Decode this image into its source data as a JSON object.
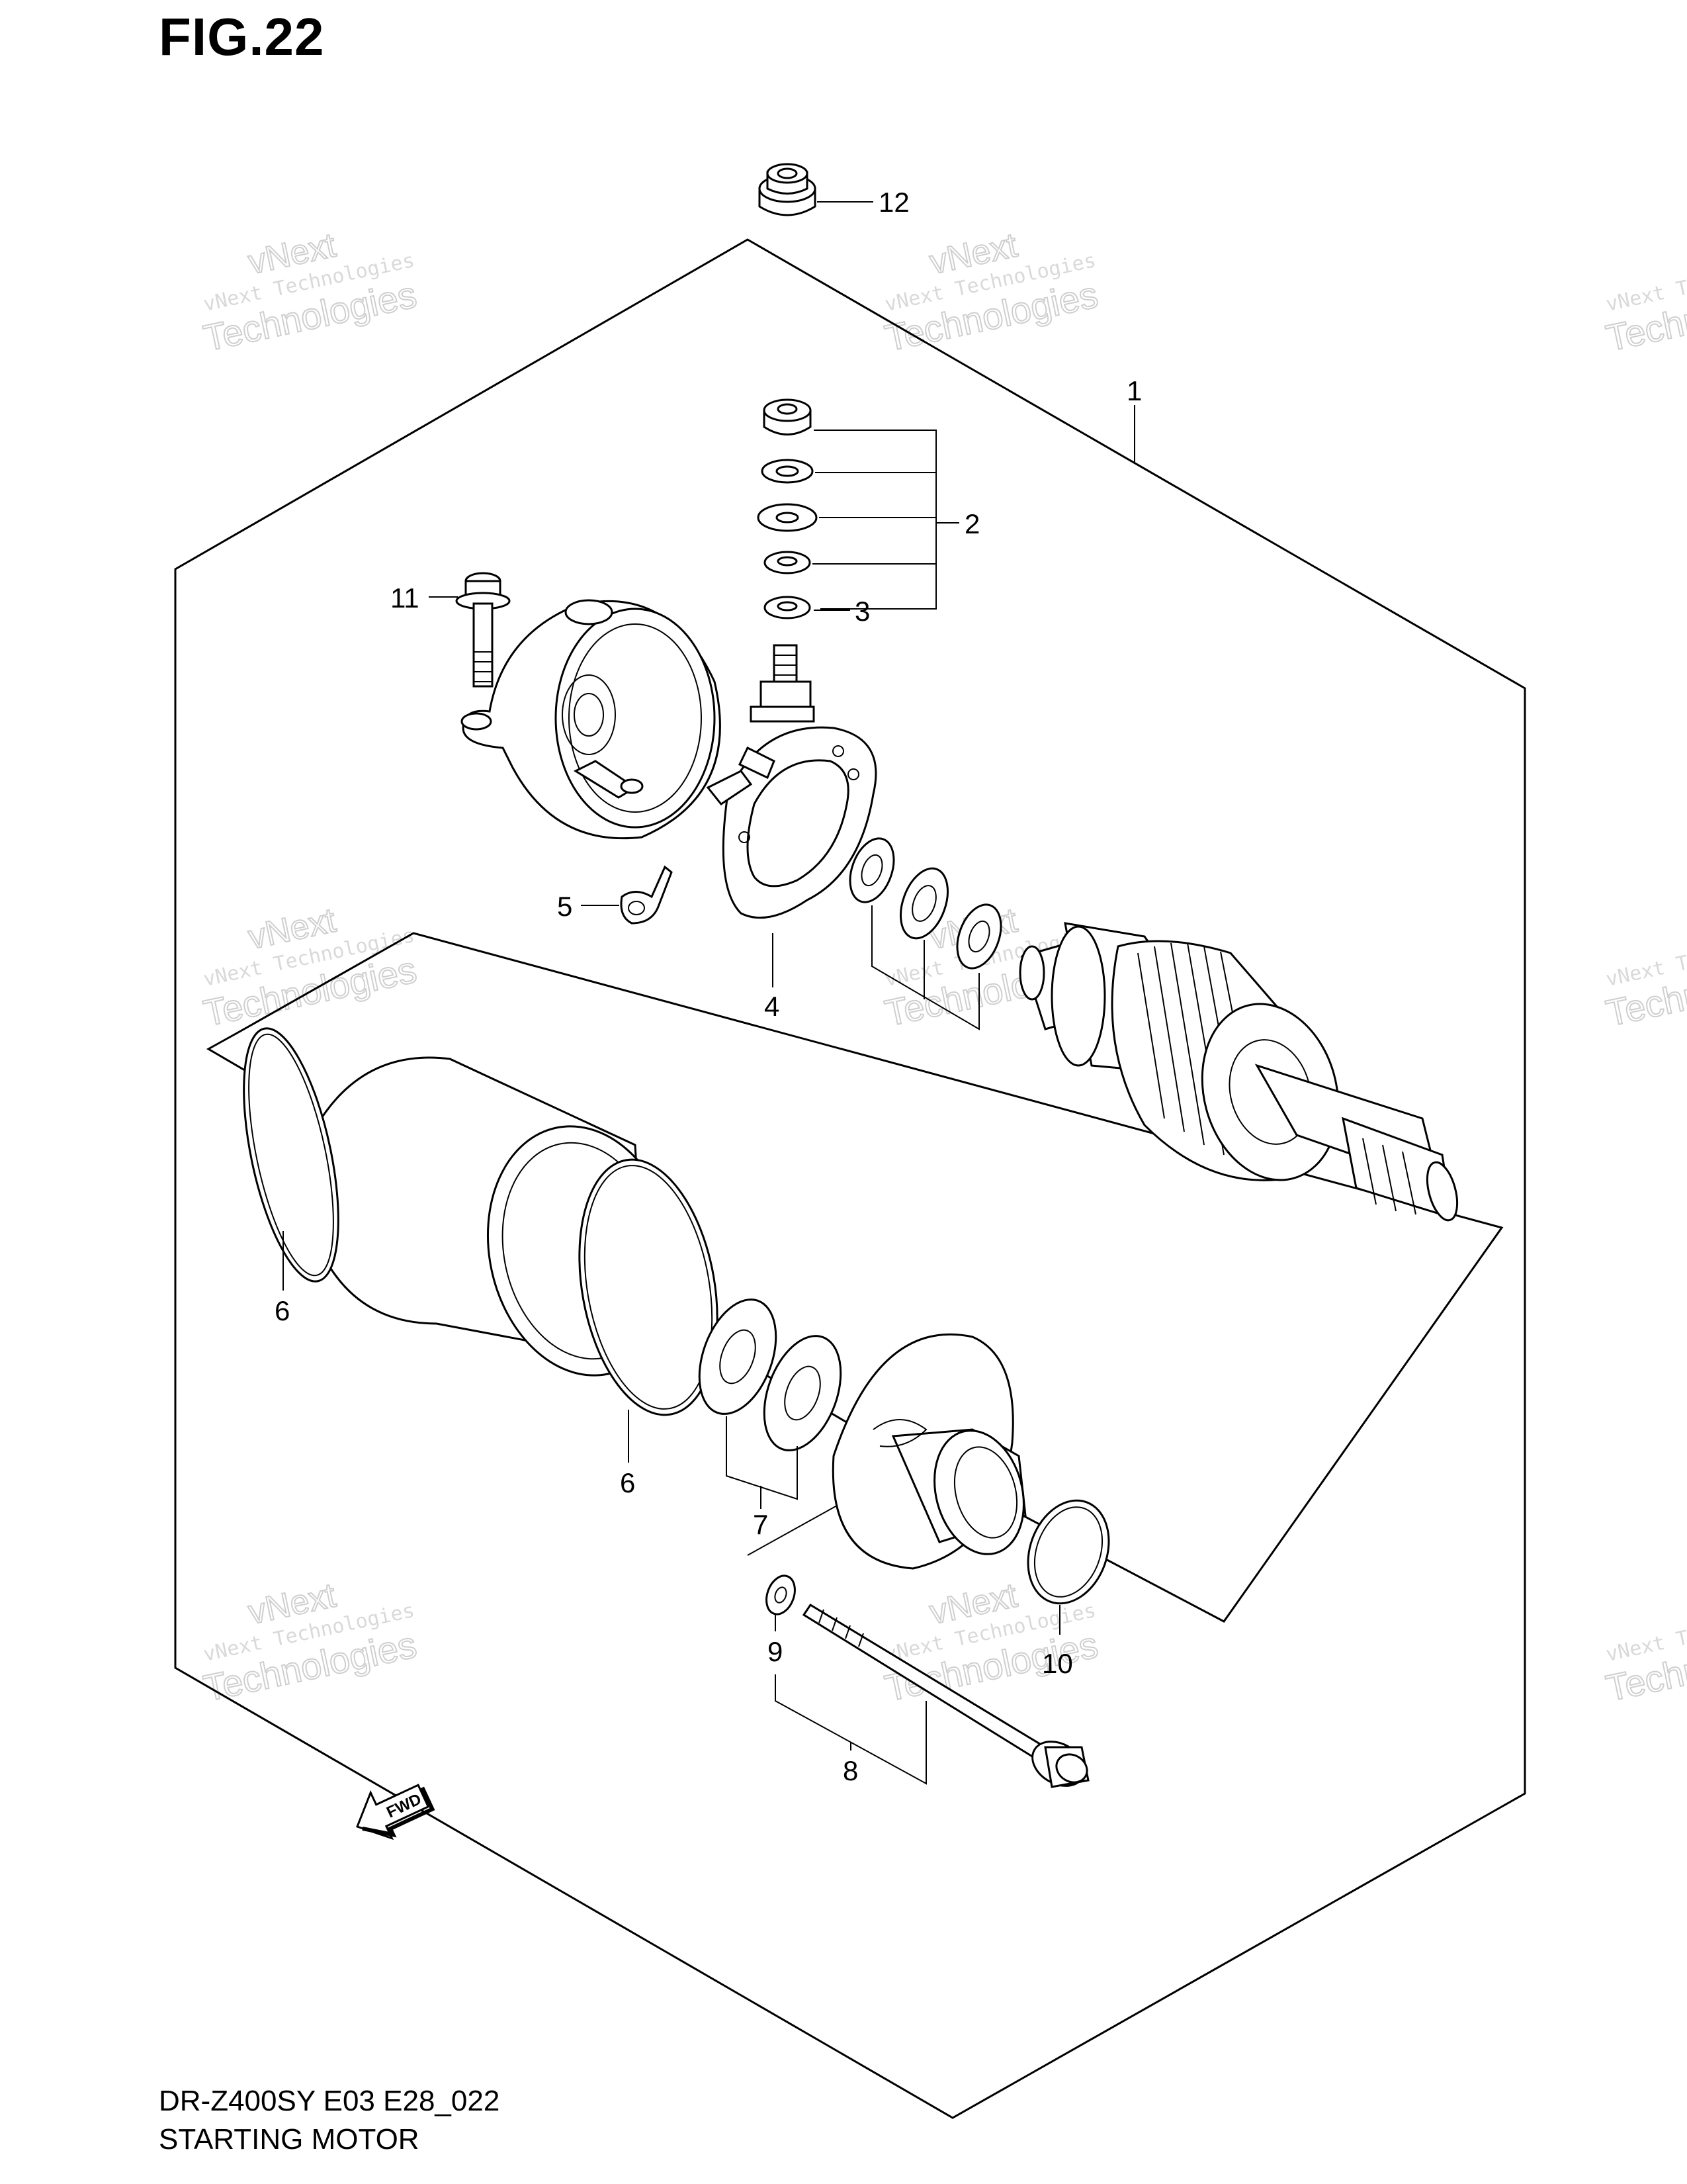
{
  "figure": {
    "title": "FIG.22",
    "model_code": "DR-Z400SY E03 E28_022",
    "name": "STARTING MOTOR"
  },
  "callouts": {
    "c1": "1",
    "c2": "2",
    "c3": "3",
    "c4": "4",
    "c5": "5",
    "c6a": "6",
    "c6b": "6",
    "c7": "7",
    "c8": "8",
    "c9": "9",
    "c10": "10",
    "c11": "11",
    "c12": "12"
  },
  "fwd_label": "FWD",
  "watermark": {
    "line1": "vNext Technologies",
    "line2": "vNext",
    "line3": "Technologies"
  }
}
